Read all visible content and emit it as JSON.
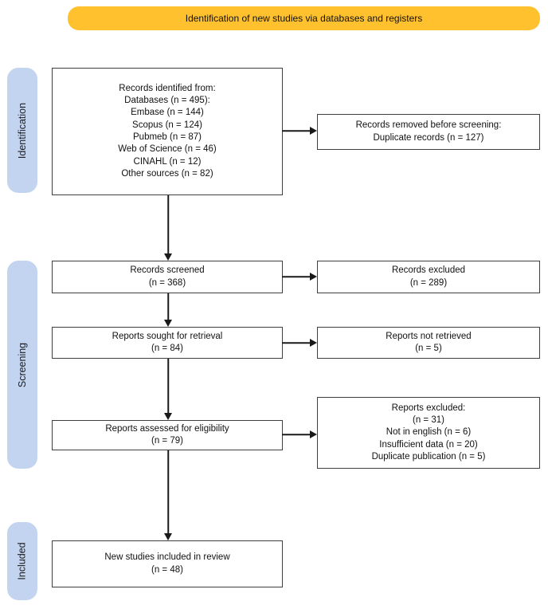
{
  "title_banner": {
    "label": "Identification of new studies via databases and registers"
  },
  "colors": {
    "banner_bg": "#FFC12E",
    "stage_label_bg": "#C3D4F0",
    "box_border": "#3F3F3F",
    "arrow": "#1A1A1A",
    "text": "#111111",
    "background": "#FFFFFF"
  },
  "stage_labels": [
    {
      "id": "identification",
      "label": "Identification"
    },
    {
      "id": "screening",
      "label": "Screening"
    },
    {
      "id": "included",
      "label": "Included"
    }
  ],
  "boxes": {
    "records_identified": {
      "lines": [
        "Records identified from:",
        "Databases (n = 495):",
        "Embase (n = 144)",
        "Scopus (n = 124)",
        "Pubmeb (n = 87)",
        "Web of Science (n = 46)",
        "CINAHL (n = 12)",
        "Other sources (n = 82)"
      ]
    },
    "records_removed": {
      "lines": [
        "Records removed before screening:",
        "Duplicate records (n = 127)"
      ]
    },
    "records_screened": {
      "lines": [
        "Records screened",
        "(n = 368)"
      ]
    },
    "records_excluded": {
      "lines": [
        "Records excluded",
        "(n = 289)"
      ]
    },
    "reports_sought": {
      "lines": [
        "Reports sought for retrieval",
        "(n = 84)"
      ]
    },
    "reports_not_retrieved": {
      "lines": [
        "Reports not retrieved",
        "(n = 5)"
      ]
    },
    "reports_assessed": {
      "lines": [
        "Reports assessed for eligibility",
        "(n = 79)"
      ]
    },
    "reports_excluded": {
      "lines": [
        "Reports excluded:",
        "(n = 31)",
        "Not in english (n = 6)",
        "Insufficient data (n = 20)",
        "Duplicate publication (n = 5)"
      ]
    },
    "new_studies_included": {
      "lines": [
        "New studies included in review",
        "(n = 48)"
      ]
    }
  }
}
